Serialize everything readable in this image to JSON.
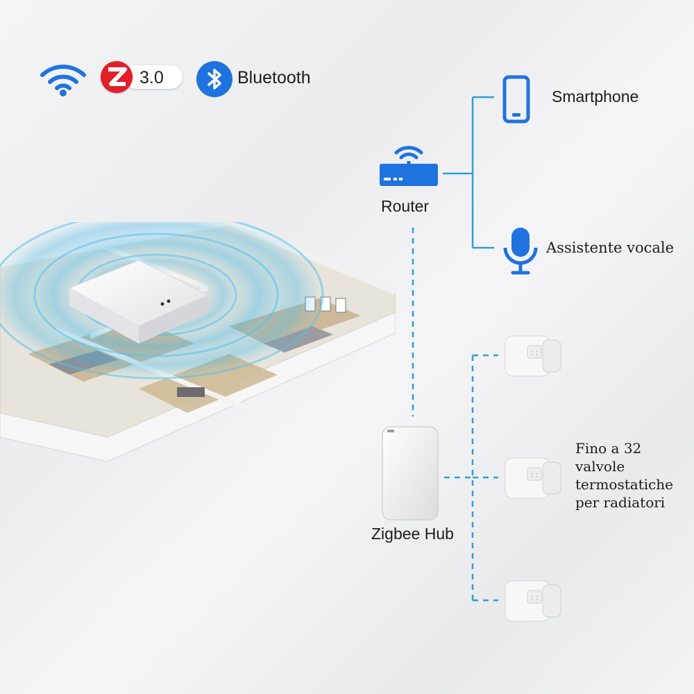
{
  "protocols": {
    "wifi_icon": "wifi-icon",
    "zigbee_version": "3.0",
    "zigbee_color": "#e3202a",
    "bluetooth_label": "Bluetooth",
    "bluetooth_color": "#1f73de"
  },
  "diagram": {
    "accent_color": "#2a9fd6",
    "router_label": "Router",
    "hub_label": "Zigbee Hub",
    "smartphone_label": "Smartphone",
    "voice_assistant_label": "Assistente vocale",
    "valves_label_lines": [
      "Fino a 32",
      "valvole",
      "termostatiche",
      "per radiatori"
    ]
  }
}
